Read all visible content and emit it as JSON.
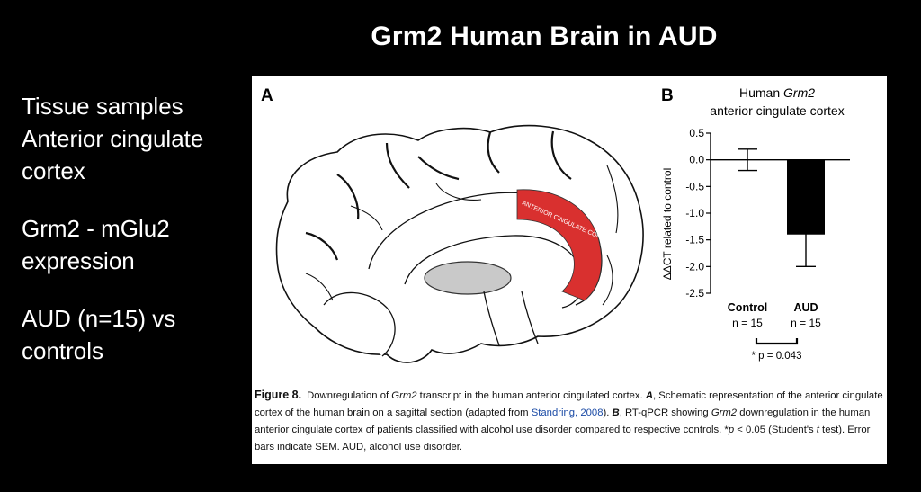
{
  "slide": {
    "title": "Grm2 Human Brain in AUD",
    "bullets": [
      [
        "Tissue samples",
        "Anterior cingulate",
        "cortex"
      ],
      [
        "Grm2 - mGlu2",
        "expression"
      ],
      [
        "AUD (n=15) vs",
        "controls"
      ]
    ]
  },
  "figure": {
    "panel_a_label": "A",
    "panel_b_label": "B",
    "region_label": "ANTERIOR CINGULATE CORTEX",
    "region_color": "#d9302f",
    "chart_title_prefix": "Human ",
    "chart_title_gene": "Grm2",
    "chart_subtitle": "anterior cingulate cortex",
    "significance": "* p = 0.043",
    "caption": {
      "fig_label": "Figure 8.",
      "s1": "Downregulation of ",
      "gene1": "Grm2",
      "s2": " transcript in the human anterior cingulated cortex. ",
      "a": "A",
      "s3": ", Schematic representation of the anterior cingulate cortex of the human brain on a sagittal section (adapted from ",
      "cite": "Standring, 2008",
      "s4": "). ",
      "b": "B",
      "s5": ", RT-qPCR showing ",
      "gene2": "Grm2",
      "s6": " downregulation in the human anterior cingulate cortex of patients classified with alcohol use disorder compared to respective controls. *",
      "p": "p",
      "s7": " < 0.05 (Student's ",
      "t": "t",
      "s8": " test). Error bars indicate SEM. AUD, alcohol use disorder."
    }
  },
  "chart_data": {
    "type": "bar",
    "title": "Human Grm2 anterior cingulate cortex",
    "ylabel": "ΔΔCT related to control",
    "ylim": [
      -2.5,
      0.5
    ],
    "yticks": [
      0.5,
      0.0,
      -0.5,
      -1.0,
      -1.5,
      -2.0,
      -2.5
    ],
    "ytick_labels": [
      "0.5",
      "0.0",
      "-0.5",
      "-1.0",
      "-1.5",
      "-2.0",
      "-2.5"
    ],
    "categories": [
      "Control",
      "AUD"
    ],
    "n_labels": [
      "n = 15",
      "n = 15"
    ],
    "values": [
      0.0,
      -1.4
    ],
    "sem": [
      0.2,
      0.6
    ],
    "colors": [
      "#000000",
      "#000000"
    ]
  }
}
